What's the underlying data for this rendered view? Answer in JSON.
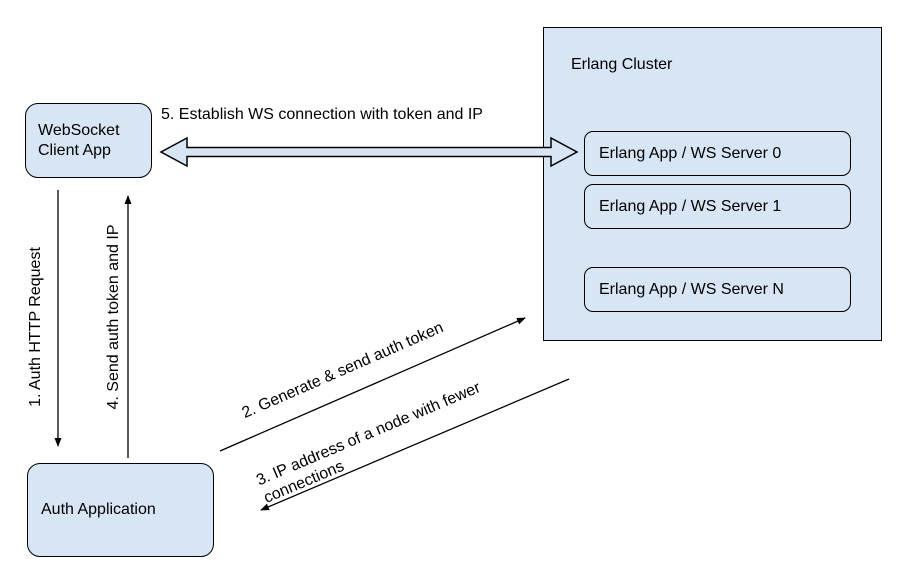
{
  "colors": {
    "node_fill": "#d7e5f4",
    "node_border": "#000000",
    "arrow_stroke": "#000000",
    "text": "#000000",
    "background": "#ffffff"
  },
  "nodes": {
    "ws_client": {
      "label": "WebSocket Client App"
    },
    "auth_app": {
      "label": "Auth Application"
    },
    "erlang_cluster": {
      "label": "Erlang Cluster",
      "servers": [
        {
          "label": "Erlang App / WS Server 0"
        },
        {
          "label": "Erlang App / WS Server 1"
        },
        {
          "label": "Erlang App / WS Server N"
        }
      ]
    }
  },
  "edges": {
    "auth_http_request": {
      "label": "1. Auth HTTP Request",
      "from": "ws_client",
      "to": "auth_app"
    },
    "generate_send_token": {
      "label": "2. Generate & send auth token",
      "from": "auth_app",
      "to": "erlang_cluster"
    },
    "ip_address_node": {
      "label": "3. IP address of a node with fewer connections",
      "from": "erlang_cluster",
      "to": "auth_app"
    },
    "send_token_ip": {
      "label": "4. Send auth token and IP",
      "from": "auth_app",
      "to": "ws_client"
    },
    "establish_ws": {
      "label": "5. Establish WS connection with token and IP",
      "from": "ws_client",
      "to": "erlang_cluster",
      "bidirectional": true
    }
  }
}
